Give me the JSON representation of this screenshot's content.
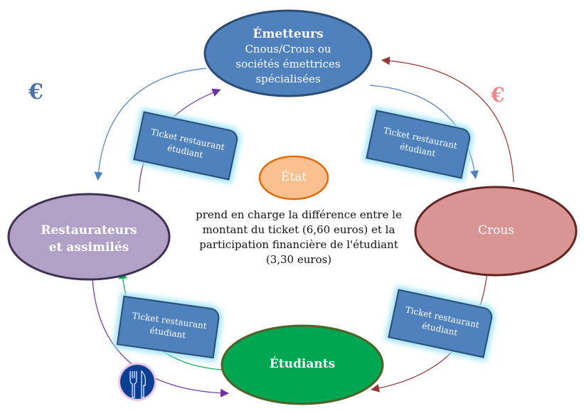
{
  "nodes": {
    "emetteurs": {
      "title": "Émetteurs",
      "lines": [
        "Cnous/Crous  ou",
        "sociétés émettrices",
        "spécialisées"
      ]
    },
    "crous": {
      "title": "Crous"
    },
    "etudiants": {
      "title": "Étudiants"
    },
    "restaurateurs": {
      "lines": [
        "Restaurateurs",
        "et assimilés"
      ]
    },
    "etat": {
      "title": "État"
    }
  },
  "ticket_label": [
    "Ticket restaurant",
    "étudiant"
  ],
  "center_text": [
    "prend en charge la différence entre le",
    "montant du ticket (6,60 euros) et la",
    "participation financière de l'étudiant",
    "(3,30 euros)"
  ],
  "icons": {
    "euro_left": "€",
    "euro_right": "€"
  },
  "colors": {
    "emetteurs": "#4f81bd",
    "crous": "#d99594",
    "etudiants": "#00a651",
    "restaurateurs": "#b2a1c7",
    "etat": "#fac090"
  }
}
